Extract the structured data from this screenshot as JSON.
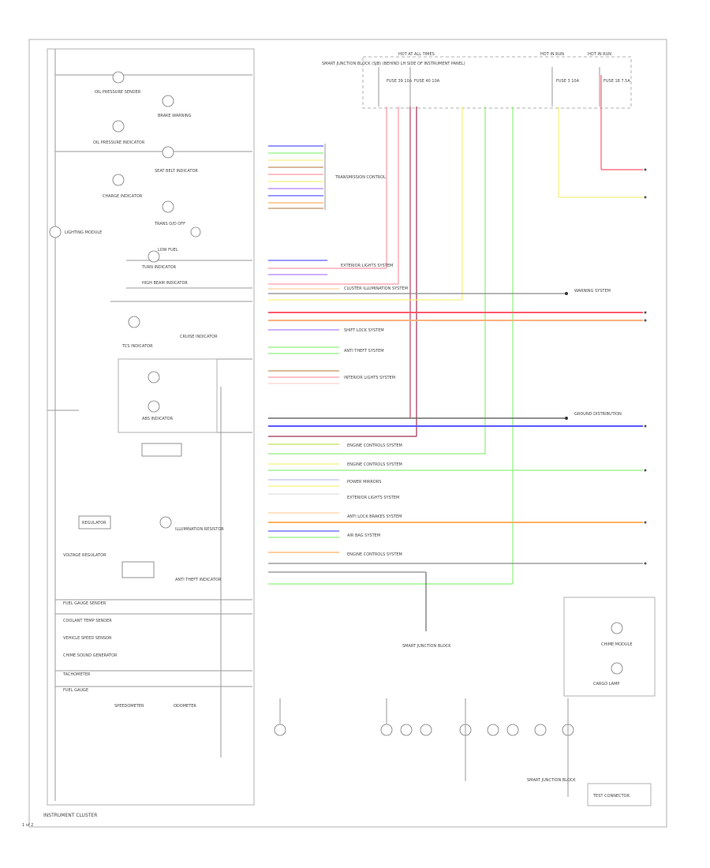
{
  "footer": {
    "cluster_label": "INSTRUMENT CLUSTER",
    "page_code": "1 of 2"
  },
  "connectors": {
    "hot_at_all_times_1": "HOT AT ALL TIMES",
    "hot_in_run_1": "HOT IN RUN",
    "hot_in_run_2": "HOT IN RUN",
    "fuse_box_label": "SMART JUNCTION BLOCK (SJB) (BEHIND LH SIDE OF INSTRUMENT PANEL)",
    "fuse_a": "FUSE 39 10A",
    "fuse_b": "FUSE 40 10A",
    "fuse_c": "FUSE 3 10A",
    "fuse_d": "FUSE 18 7.5A"
  },
  "left_blocks": {
    "oil_pressure_sender": "OIL PRESSURE SENDER",
    "brake_warning": "BRAKE WARNING",
    "oil_pressure_indicator": "OIL PRESSURE INDICATOR",
    "seat_belt_indicator": "SEAT BELT INDICATOR",
    "charge_indicator": "CHARGE INDICATOR",
    "trans_overdrive": "TRANS O/D OFF",
    "lighting_module": "LIGHTING MODULE",
    "low_fuel": "LOW FUEL",
    "turn_indicator": "TURN INDICATOR",
    "high_beam": "HIGH BEAM INDICATOR",
    "tcs_indicator": "TCS INDICATOR",
    "cruise_indicator": "CRUISE INDICATOR",
    "abs_indicator": "ABS INDICATOR",
    "illumination_resistor": "ILLUMINATION RESISTOR",
    "anti_theft": "ANTI THEFT INDICATOR",
    "regulator": "REGULATOR",
    "voltage_regulator": "VOLTAGE REGULATOR",
    "fuel_gauge_sender": "FUEL GAUGE SENDER",
    "coolant_temp": "COOLANT TEMP SENDER",
    "vehicle_speed": "VEHICLE SPEED SENSOR",
    "sound_generator": "CHIME SOUND GENERATOR",
    "tachometer": "TACHOMETER",
    "fuel_gauge": "FUEL GAUGE",
    "speedometer": "SPEEDOMETER",
    "odometer": "ODOMETER"
  },
  "systems": {
    "transmission": "TRANSMISSION CONTROL",
    "exterior_lights": "EXTERIOR LIGHTS SYSTEM",
    "cluster_power": "CLUSTER ILLUMINATION SYSTEM",
    "warning_system": "WARNING SYSTEM",
    "shift_lock": "SHIFT LOCK SYSTEM",
    "anti_theft_sys": "ANTI THEFT SYSTEM",
    "interior_lights": "INTERIOR LIGHTS SYSTEM",
    "engine_ctrl_1": "ENGINE CONTROLS SYSTEM",
    "engine_ctrl_2": "ENGINE CONTROLS SYSTEM",
    "power_mirrors": "POWER MIRRORS",
    "exterior_lights_2": "EXTERIOR LIGHTS SYSTEM",
    "anti_lock_brakes": "ANTI LOCK BRAKES SYSTEM",
    "air_bag_system": "AIR BAG SYSTEM",
    "engine_ctrl_3": "ENGINE CONTROLS SYSTEM",
    "ground_dist": "GROUND DISTRIBUTION",
    "smart_jb_1": "SMART JUNCTION BLOCK",
    "smart_jb_2": "SMART JUNCTION BLOCK",
    "chime_module": "CHIME MODULE",
    "cargo_lamp": "CARGO LAMP",
    "test_connector": "TEST CONNECTOR"
  },
  "colors": {
    "red": "#ff5a6e",
    "pink": "#ff9aa8",
    "yellow": "#f5f080",
    "green": "#8ef07c",
    "blue": "#5a5aff",
    "orange": "#ffb060",
    "gray": "#8a8a8a",
    "violet": "#b080ff",
    "brown": "#c09060",
    "light_blue": "#a0c0ff"
  }
}
